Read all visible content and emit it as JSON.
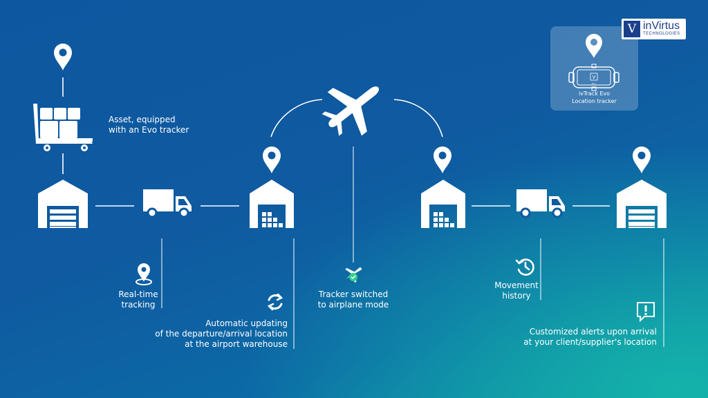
{
  "brand": {
    "logo_letter": "V",
    "name": "inVirtus",
    "tagline": "TECHNOLOGIES"
  },
  "tracker_card": {
    "device_label": "V",
    "device_sublabel": "Evo",
    "title": "ivTrack Evo",
    "subtitle": "Location tracker"
  },
  "labels": {
    "asset": [
      "Asset, equipped",
      "with an Evo tracker"
    ],
    "realtime": [
      "Real-time",
      "tracking"
    ],
    "auto_update": [
      "Automatic updating",
      "of the departure/arrival location",
      "at the airport warehouse"
    ],
    "airplane_mode": [
      "Tracker switched",
      "to airplane mode"
    ],
    "movement": [
      "Movement",
      "history"
    ],
    "alerts": [
      "Customized alerts upon arrival",
      "at your client/supplier's location"
    ]
  },
  "colors": {
    "icon": "#ffffff",
    "line": "#ffffff",
    "check": "#2bd38b"
  }
}
